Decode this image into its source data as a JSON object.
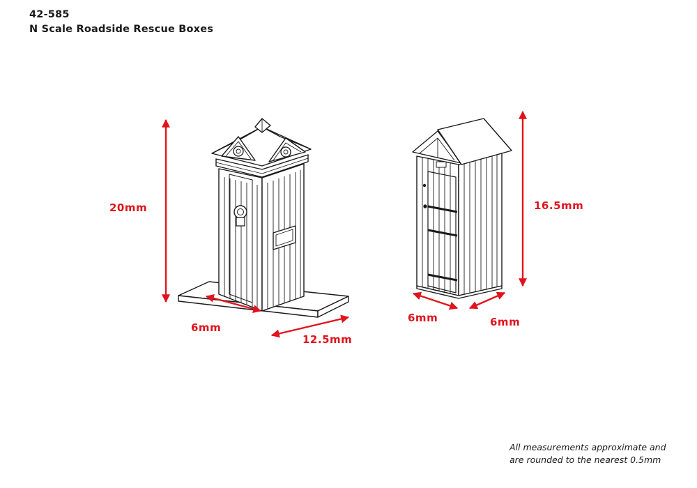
{
  "header": {
    "product_code": "42-585",
    "title": "N Scale Roadside Rescue Boxes"
  },
  "dimensions": {
    "box1_height": "20mm",
    "box1_width": "6mm",
    "box1_base": "12.5mm",
    "box2_height": "16.5mm",
    "box2_width": "6mm",
    "box2_depth": "6mm"
  },
  "note": {
    "line1": "All measurements approximate and",
    "line2": "are rounded to the nearest 0.5mm"
  },
  "colors": {
    "dimension": "#e0141e",
    "line": "#1a1a1a"
  }
}
